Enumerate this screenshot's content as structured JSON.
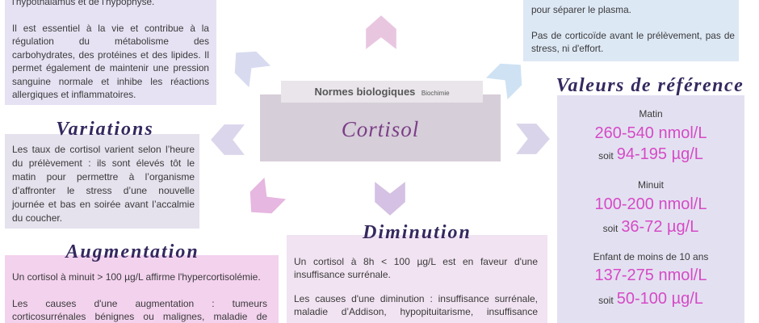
{
  "header": {
    "label": "Normes biologiques",
    "sublabel": "Biochimie",
    "title": "Cortisol"
  },
  "description": {
    "fragment": "l'hypothalamus et de l'hypophyse.",
    "lines": [
      "Il est essentiel à la vie et contribue à la",
      "régulation du métabolisme des",
      "carbohydrates, des protéines et des lipides. Il",
      "permet également de maintenir une pression",
      "sanguine normale et inhibe les réactions",
      "allergiques et inflammatoires."
    ]
  },
  "prelevement": {
    "fragment": "pour séparer le plasma.",
    "lines": [
      "Pas de corticoïde avant le prélèvement, pas de",
      "stress, ni d'effort."
    ]
  },
  "variations": {
    "heading": "Variations",
    "lines": [
      "Les taux de cortisol varient selon l’heure",
      "du prélèvement : ils sont élevés tôt le",
      "matin pour permettre à l’organisme",
      "d’affronter le stress d’une nouvelle",
      "journée et bas en soirée avant l’accalmie",
      "du coucher."
    ]
  },
  "augmentation": {
    "heading": "Augmentation",
    "paragraph1": [
      "Un cortisol à minuit > 100 µg/L affirme l'hypercortisolémie."
    ],
    "paragraph2": [
      "Les causes d'une augmentation : tumeurs",
      "corticosurrénales bénignes ou malignes, maladie de"
    ]
  },
  "diminution": {
    "heading": "Diminution",
    "paragraph1": [
      "Un cortisol à 8h < 100 µg/L est en faveur d'une",
      "insuffisance surrénale."
    ],
    "paragraph2": [
      "Les causes d'une diminution : insuffisance surrénale,",
      "maladie d’Addison, hypopituitarisme, insuffisance"
    ]
  },
  "reference": {
    "heading": "Valeurs de référence",
    "groups": [
      {
        "label": "Matin",
        "nmol": "260-540 nmol/L",
        "prefix": "soit",
        "ugl": "94-195 µg/L"
      },
      {
        "label": "Minuit",
        "nmol": "100-200 nmol/L",
        "prefix": "soit",
        "ugl": "36-72 µg/L"
      },
      {
        "label": "Enfant de moins de 10 ans",
        "nmol": "137-275 nmol/L",
        "prefix": "soit",
        "ugl": "50-100 µg/L"
      }
    ]
  },
  "arrows": [
    {
      "icon": "arrow-up-icon",
      "color": "#e9c6e0"
    },
    {
      "icon": "arrow-up-left-icon",
      "color": "#d8dbf0"
    },
    {
      "icon": "arrow-up-right-icon",
      "color": "#cfe2f4"
    },
    {
      "icon": "arrow-left-icon",
      "color": "#dcd6ec"
    },
    {
      "icon": "arrow-right-icon",
      "color": "#d9d4ea"
    },
    {
      "icon": "arrow-down-left-icon",
      "color": "#e6b7e0"
    },
    {
      "icon": "arrow-down-icon",
      "color": "#d4c1e3"
    }
  ],
  "colors": {
    "description_box": "#e6e2f3",
    "prelevement_box": "#dde8f5",
    "variations_box": "#e5e1ed",
    "augmentation_box": "#f3d2ee",
    "diminution_box": "#f1e3f2",
    "reference_box": "#e3e1f1",
    "title_box": "#d6ced9",
    "label_bar": "#e9e5ea",
    "heading_text": "#35295f",
    "title_text": "#7a3e86",
    "value_text": "#d64ac6",
    "body_text": "#3a3a3a"
  }
}
